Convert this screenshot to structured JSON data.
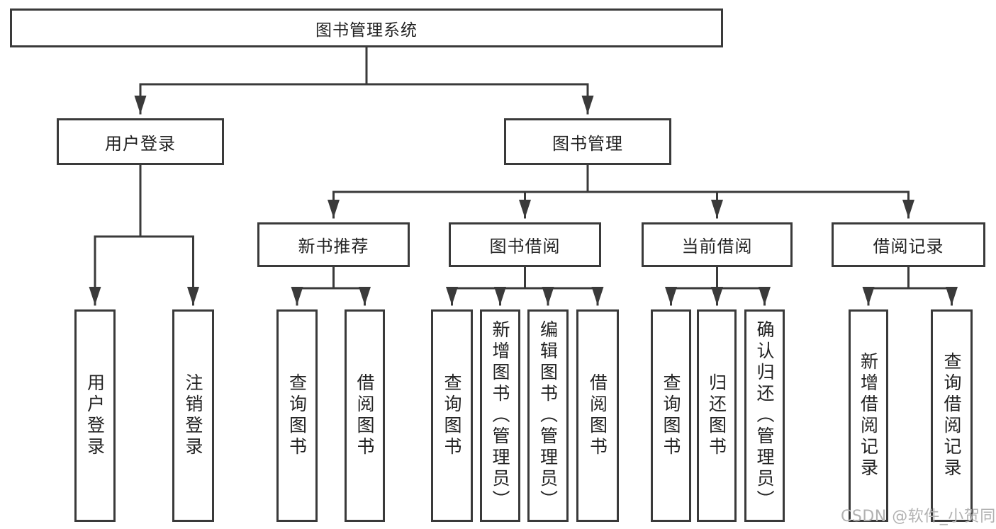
{
  "colors": {
    "line": "#3a3a3a",
    "text": "#232323",
    "background": "#ffffff",
    "watermark_text_color": "#b2b2b2"
  },
  "tree": {
    "root": {
      "label": "图书管理系统"
    },
    "branches": [
      {
        "label": "用户登录",
        "children": [
          {
            "label": "用户登录"
          },
          {
            "label": "注销登录"
          }
        ]
      },
      {
        "label": "图书管理",
        "sections": [
          {
            "label": "新书推荐",
            "children": [
              {
                "label": "查询图书"
              },
              {
                "label": "借阅图书"
              }
            ]
          },
          {
            "label": "图书借阅",
            "children": [
              {
                "label": "查询图书"
              },
              {
                "label": "新增图书（管理员）"
              },
              {
                "label": "编辑图书（管理员）"
              },
              {
                "label": "借阅图书"
              }
            ]
          },
          {
            "label": "当前借阅",
            "children": [
              {
                "label": "查询图书"
              },
              {
                "label": "归还图书"
              },
              {
                "label": "确认归还（管理员）"
              }
            ]
          },
          {
            "label": "借阅记录",
            "children": [
              {
                "label": "新增借阅记录"
              },
              {
                "label": "查询借阅记录"
              }
            ]
          }
        ]
      }
    ]
  },
  "watermark": {
    "text": "CSDN @软件_小贺同学"
  }
}
